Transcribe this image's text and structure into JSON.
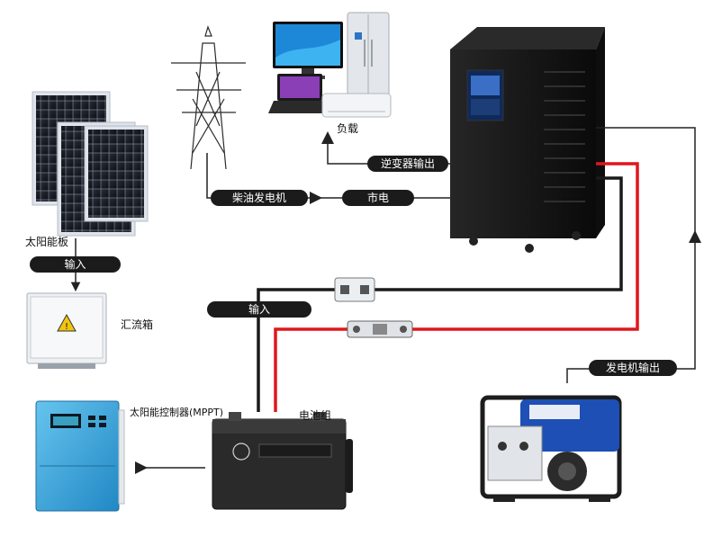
{
  "labels": {
    "solar_panel": "太阳能板",
    "input_top": "输入",
    "combiner_box": "汇流箱",
    "controller": "太阳能控制器(MPPT)",
    "battery_bank": "电池组",
    "input_mid": "输入",
    "diesel_generator": "柴油发电机",
    "grid_power": "市电",
    "inverter_output": "逆变器输出",
    "load": "负载",
    "generator_output": "发电机输出"
  },
  "colors": {
    "positive_wire": "#e0161b",
    "negative_wire": "#1a1a1a",
    "flow_line": "#222222",
    "controller_body": "#3aa6dc",
    "inverter_body": "#141414",
    "generator_frame": "#1d4fb5"
  }
}
